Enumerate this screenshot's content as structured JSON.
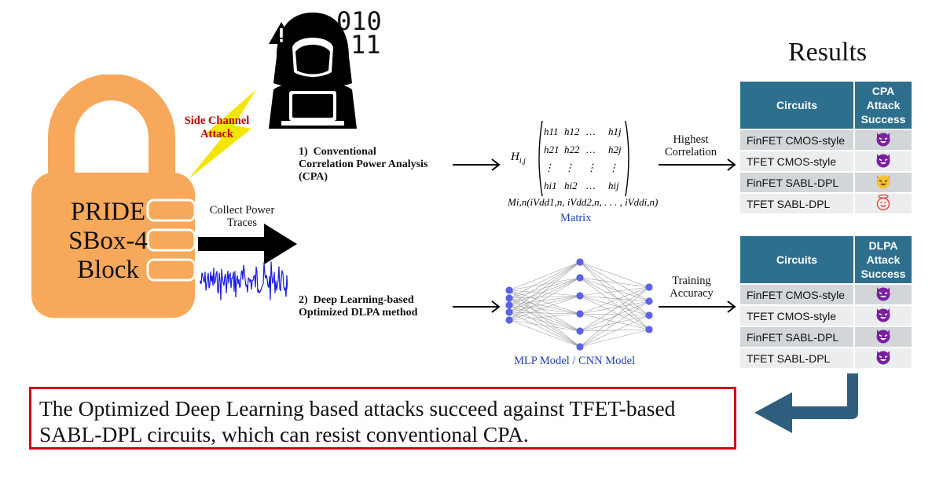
{
  "lock": {
    "label_lines": [
      "PRIDE",
      "SBox-4",
      "Block"
    ]
  },
  "attacker": {
    "binary_lines": [
      "010",
      "11"
    ],
    "warning_symbol": "!"
  },
  "side_channel_label": [
    "Side Channel",
    "Attack"
  ],
  "collect_label": [
    "Collect Power",
    "Traces"
  ],
  "method1": {
    "number": "1)",
    "lines": [
      "Conventional",
      "Correlation Power Analysis",
      "(CPA)"
    ]
  },
  "method2": {
    "number": "2)",
    "lines": [
      "Deep Learning-based",
      "Optimized DLPA method"
    ]
  },
  "matrix": {
    "lhs": "H",
    "lhs_sub": "i,j",
    "rows": [
      [
        "h11",
        "h12",
        "…",
        "h1j"
      ],
      [
        "h21",
        "h22",
        "…",
        "h2j"
      ],
      [
        "⋮",
        "⋮",
        "⋮",
        "⋮"
      ],
      [
        "hi1",
        "hi2",
        "…",
        "hij"
      ]
    ],
    "equation": "Mi,n(iVdd1,n, iVdd2,n, . . . , iVddi,n)",
    "caption": "Matrix"
  },
  "nn_caption": "MLP Model / CNN Model",
  "highest_label": [
    "Highest",
    "Correlation"
  ],
  "training_label": [
    "Training",
    "Accuracy"
  ],
  "results": {
    "title": "Results",
    "cpa_table": {
      "headers": [
        "Circuits",
        "CPA Attack Success"
      ],
      "rows": [
        {
          "circuit": "FinFET CMOS-style",
          "icon": "purple-devil-icon"
        },
        {
          "circuit": "TFET CMOS-style",
          "icon": "purple-devil-icon"
        },
        {
          "circuit": "FinFET SABL-DPL",
          "icon": "yellow-devil-icon"
        },
        {
          "circuit": "TFET SABL-DPL",
          "icon": "angel-smiley-icon"
        }
      ]
    },
    "dlpa_table": {
      "headers": [
        "Circuits",
        "DLPA Attack Success"
      ],
      "rows": [
        {
          "circuit": "FinFET CMOS-style",
          "icon": "purple-devil-icon"
        },
        {
          "circuit": "TFET CMOS-style",
          "icon": "purple-devil-icon"
        },
        {
          "circuit": "FinFET SABL-DPL",
          "icon": "purple-devil-icon"
        },
        {
          "circuit": "TFET SABL-DPL",
          "icon": "purple-devil-icon"
        }
      ]
    }
  },
  "conclusion": "The Optimized Deep Learning based attacks succeed against TFET-based SABL-DPL circuits, which can resist conventional CPA.",
  "colors": {
    "lock": "#f7a85a",
    "lightning": "#f5e600",
    "table_header": "#2e6f8e",
    "conclusion_border": "#d0021b",
    "return_arrow": "#2f5e7e",
    "neuron": "#5b62e8",
    "waveform": "#1a1adf"
  }
}
